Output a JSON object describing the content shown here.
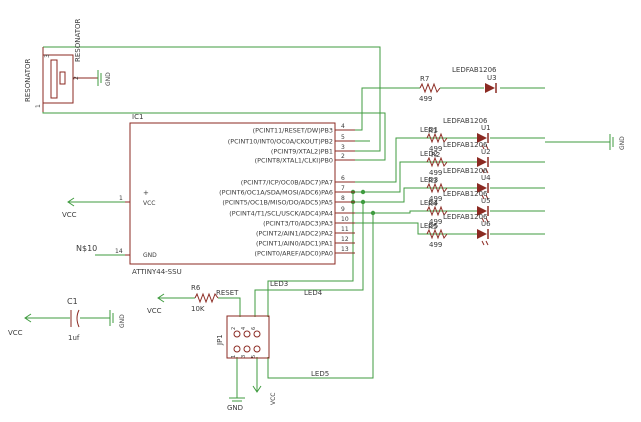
{
  "resonator": {
    "ref": "RESONATOR",
    "value": "RESONATOR",
    "pin1": "1",
    "pin2": "2",
    "pin3": "3",
    "gnd": "GND"
  },
  "ic1": {
    "ref": "IC1",
    "value": "ATTINY44-SSU",
    "vcc_pin": "VCC",
    "gnd_pin": "GND",
    "vcc_pin_num": "1",
    "gnd_pin_num": "14",
    "pins": [
      {
        "label": "(PCINT11/RESET/DW)PB3",
        "num": "4"
      },
      {
        "label": "(PCINT10/INT0/OC0A/CKOUT)PB2",
        "num": "5"
      },
      {
        "label": "(PCINT9/XTAL2)PB1",
        "num": "3"
      },
      {
        "label": "(PCINT8/XTAL1/CLKI)PB0",
        "num": "2"
      },
      {
        "label": "(PCINT7/ICP/OC0B/ADC7)PA7",
        "num": "6"
      },
      {
        "label": "(PCINT6/OC1A/SDA/MOSI/ADC6)PA6",
        "num": "7"
      },
      {
        "label": "(PCINT5/OC1B/MISO/DO/ADC5)PA5",
        "num": "8"
      },
      {
        "label": "(PCINT4/T1/SCL/USCK/ADC4)PA4",
        "num": "9"
      },
      {
        "label": "(PCINT3/T0/ADC3)PA3",
        "num": "10"
      },
      {
        "label": "(PCINT2/AIN1/ADC2)PA2",
        "num": "11"
      },
      {
        "label": "(PCINT1/AIN0/ADC1)PA1",
        "num": "12"
      },
      {
        "label": "(PCINT0/AREF/ADC0)PA0",
        "num": "13"
      }
    ]
  },
  "nets": {
    "vcc_ic": "VCC",
    "n10": "N$10",
    "vcc_c1": "VCC",
    "vcc_r6": "VCC",
    "gnd_c1": "GND",
    "gnd_led": "GND",
    "gnd_jp": "GND",
    "vcc_jp": "VCC",
    "reset": "RESET",
    "led3": "LED3",
    "led4": "LED4",
    "led5": "LED5"
  },
  "c1": {
    "ref": "C1",
    "value": "1uf"
  },
  "r6": {
    "ref": "R6",
    "value": "10K"
  },
  "jp1": {
    "ref": "JP1",
    "pins": [
      "2",
      "4",
      "6",
      "1",
      "3",
      "5"
    ]
  },
  "r7": {
    "ref": "R7",
    "value": "499"
  },
  "u3": {
    "ref": "U3",
    "value": "LEDFAB1206"
  },
  "led_bank": {
    "resistors": [
      {
        "ref": "R1",
        "value": "499"
      },
      {
        "ref": "R2",
        "value": "499"
      },
      {
        "ref": "R3",
        "value": "499"
      },
      {
        "ref": "R4",
        "value": "499"
      },
      {
        "ref": "R5",
        "value": "499"
      }
    ],
    "leds": [
      {
        "ref": "U1",
        "value": "LEDFAB1206"
      },
      {
        "ref": "U2",
        "value": "LEDFAB1206"
      },
      {
        "ref": "U4",
        "value": "LEDFAB1206"
      },
      {
        "ref": "U5",
        "value": "LEDFAB1206"
      },
      {
        "ref": "U6",
        "value": "LEDFAB1206"
      }
    ],
    "net_labels": [
      "LED1",
      "LED2",
      "LED3",
      "LED4",
      "LED5"
    ]
  }
}
